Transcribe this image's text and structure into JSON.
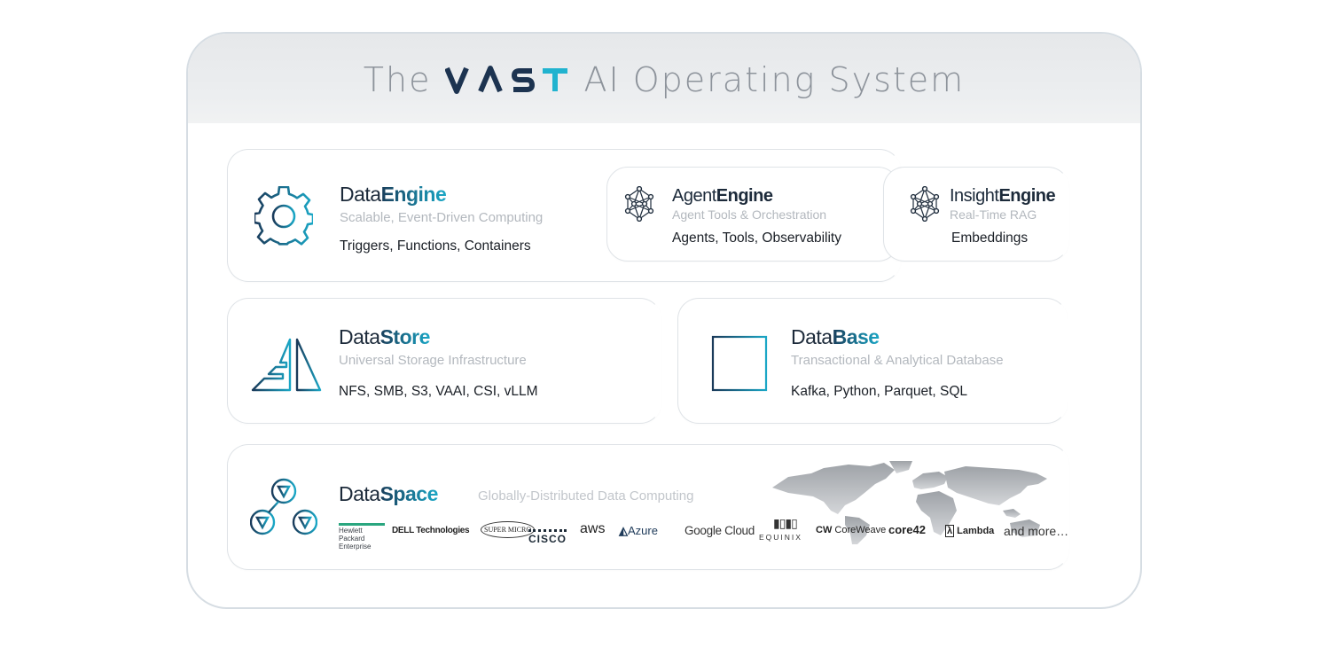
{
  "title": {
    "prefix": "The",
    "brand": "VAST",
    "suffix": "AI Operating System"
  },
  "cards": {
    "dataengine": {
      "name_light": "Data",
      "name_bold": "Engine",
      "subtitle": "Scalable, Event-Driven Computing",
      "features": "Triggers, Functions, Containers",
      "icon": "gear-icon"
    },
    "agentengine": {
      "name_light": "Agent",
      "name_bold": "Engine",
      "subtitle": "Agent Tools & Orchestration",
      "features": "Agents, Tools, Observability",
      "icon": "neural-network-icon"
    },
    "insightengine": {
      "name_light": "Insight",
      "name_bold": "Engine",
      "subtitle": "Real-Time RAG",
      "features": "Embeddings",
      "icon": "neural-network-icon"
    },
    "datastore": {
      "name_light": "Data",
      "name_bold": "Store",
      "subtitle": "Universal Storage Infrastructure",
      "features": "NFS, SMB, S3, VAAI, CSI, vLLM",
      "icon": "storage-triangle-icon"
    },
    "database": {
      "name_light": "Data",
      "name_bold": "Base",
      "subtitle": "Transactional & Analytical Database",
      "features": "Kafka, Python, Parquet, SQL",
      "icon": "table-grid-icon"
    },
    "dataspace": {
      "name_light": "Data",
      "name_bold": "Space",
      "subtitle": "Globally-Distributed Data Computing",
      "icon": "connected-nodes-icon",
      "map": "world-map-icon",
      "partners": [
        "Hewlett Packard Enterprise",
        "DELL Technologies",
        "SUPER MICRO",
        "CISCO",
        "aws",
        "Azure",
        "Google Cloud",
        "EQUINIX",
        "CoreWeave",
        "core42",
        "Lambda",
        "and more…"
      ]
    }
  },
  "colors": {
    "navy": "#1a3a5a",
    "teal": "#1aa7c6",
    "brand_dark": "#1c3350",
    "brand_teal": "#21b3cf"
  }
}
